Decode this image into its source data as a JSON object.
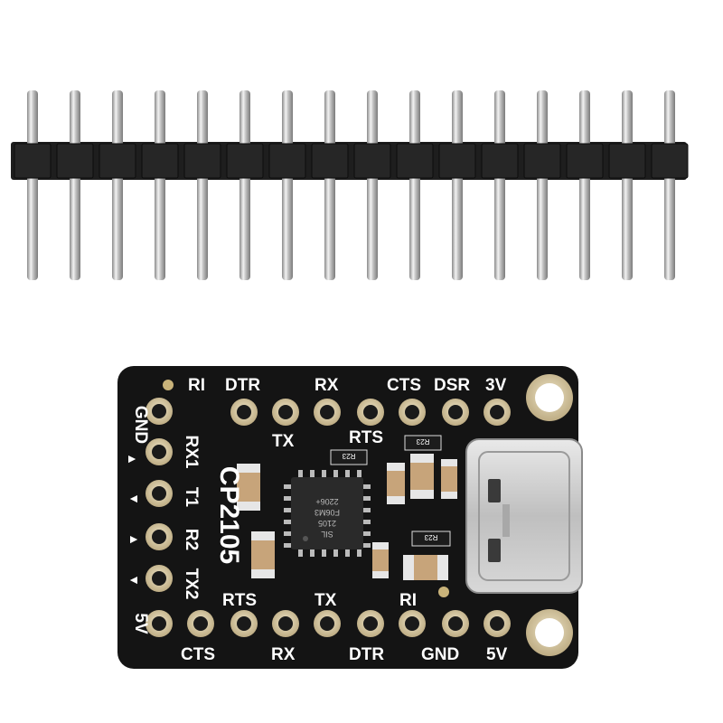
{
  "board": {
    "name": "CP2105",
    "chip": {
      "line1": "SIL",
      "line2": "2105",
      "line3": "F06M3",
      "line4": "2206+"
    },
    "top_labels": [
      "RI",
      "DTR",
      "RX",
      "CTS",
      "DSR",
      "3V"
    ],
    "top_inner_labels": [
      "TX",
      "RTS"
    ],
    "left_labels": [
      "GND",
      "RX1",
      "T1",
      "R2",
      "TX2",
      "5V"
    ],
    "bottom_labels": [
      "CTS",
      "RX",
      "DTR",
      "GND",
      "5V"
    ],
    "bottom_inner_labels": [
      "RTS",
      "TX",
      "RI"
    ],
    "component_codes": [
      "R23",
      "R23",
      "R23"
    ]
  },
  "header": {
    "pin_count": 16
  },
  "colors": {
    "board": "#141414",
    "pad_gold": "#d6c9a8",
    "silkscreen": "#ffffff",
    "pin_metal": "#c8c8c8",
    "plastic": "#1e1e1e"
  }
}
